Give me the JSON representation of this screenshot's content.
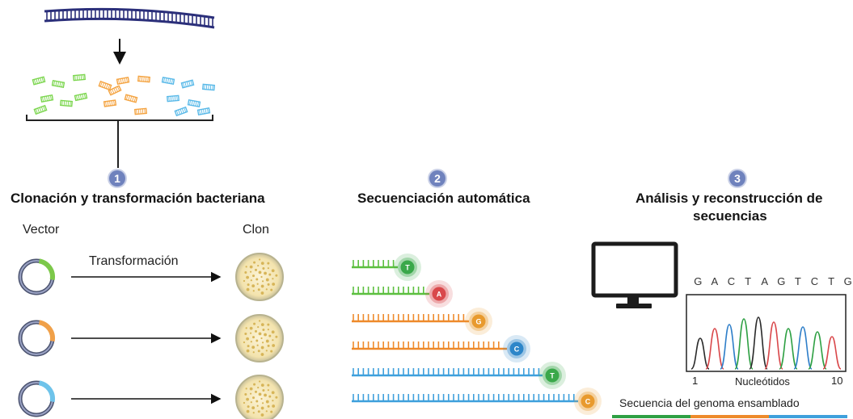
{
  "steps": [
    {
      "number": "1",
      "title": "Clonación y transformación bacteriana"
    },
    {
      "number": "2",
      "title": "Secuenciación automática"
    },
    {
      "number": "3",
      "title_line1": "Análisis y reconstrucción de",
      "title_line2": "secuencias"
    }
  ],
  "cloning": {
    "vector_label": "Vector",
    "clone_label": "Clon",
    "arrow_label": "Transformación",
    "vector_colors": [
      "#7cc84a",
      "#f0a049",
      "#6ec3ea"
    ]
  },
  "sequencing": {
    "bases": [
      "T",
      "A",
      "G",
      "C",
      "T",
      "C"
    ],
    "base_colors": [
      "#3aa84a",
      "#d9484b",
      "#e89a2e",
      "#2d86c9",
      "#3aa84a",
      "#e89a2e"
    ],
    "strand_colors": [
      "#5cbf3f",
      "#5cbf3f",
      "#ee8a2b",
      "#ee8a2b",
      "#3ea0dc",
      "#3ea0dc"
    ]
  },
  "analysis": {
    "called_bases": [
      "G",
      "A",
      "C",
      "T",
      "A",
      "G",
      "T",
      "C",
      "T",
      "G"
    ],
    "axis_start": "1",
    "axis_end": "10",
    "axis_label": "Nucleótidos",
    "assembled_label": "Secuencia del genoma ensamblado",
    "assembled_colors": [
      "#2ea043",
      "#ee8a2b",
      "#3ea0dc"
    ]
  },
  "fragment_colors": [
    "#7cd64f",
    "#f4a340",
    "#59b9e8"
  ]
}
